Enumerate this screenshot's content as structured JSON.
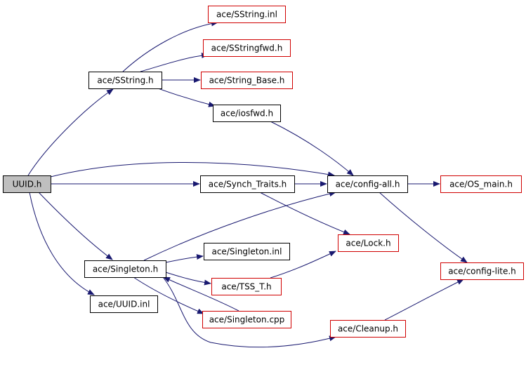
{
  "graph": {
    "colors": {
      "edge": "#191970",
      "border_default": "#000000",
      "border_missing": "#d00000",
      "root_fill": "#bfbfbf",
      "fill": "#ffffff"
    },
    "nodes": [
      {
        "id": "uuid_h",
        "label": "UUID.h",
        "style": "root"
      },
      {
        "id": "sstring_h",
        "label": "ace/SString.h",
        "style": "normal"
      },
      {
        "id": "sstring_inl",
        "label": "ace/SString.inl",
        "style": "missing"
      },
      {
        "id": "sstringfwd_h",
        "label": "ace/SStringfwd.h",
        "style": "missing"
      },
      {
        "id": "string_base_h",
        "label": "ace/String_Base.h",
        "style": "missing"
      },
      {
        "id": "iosfwd_h",
        "label": "ace/iosfwd.h",
        "style": "normal"
      },
      {
        "id": "synch_traits_h",
        "label": "ace/Synch_Traits.h",
        "style": "normal"
      },
      {
        "id": "config_all_h",
        "label": "ace/config-all.h",
        "style": "normal"
      },
      {
        "id": "os_main_h",
        "label": "ace/OS_main.h",
        "style": "missing"
      },
      {
        "id": "lock_h",
        "label": "ace/Lock.h",
        "style": "missing"
      },
      {
        "id": "singleton_inl",
        "label": "ace/Singleton.inl",
        "style": "normal"
      },
      {
        "id": "singleton_h",
        "label": "ace/Singleton.h",
        "style": "normal"
      },
      {
        "id": "tss_t_h",
        "label": "ace/TSS_T.h",
        "style": "missing"
      },
      {
        "id": "config_lite_h",
        "label": "ace/config-lite.h",
        "style": "missing"
      },
      {
        "id": "uuid_inl",
        "label": "ace/UUID.inl",
        "style": "normal"
      },
      {
        "id": "singleton_cpp",
        "label": "ace/Singleton.cpp",
        "style": "missing"
      },
      {
        "id": "cleanup_h",
        "label": "ace/Cleanup.h",
        "style": "missing"
      }
    ],
    "edges": [
      {
        "from": "uuid_h",
        "to": "sstring_h"
      },
      {
        "from": "uuid_h",
        "to": "config_all_h"
      },
      {
        "from": "uuid_h",
        "to": "synch_traits_h"
      },
      {
        "from": "uuid_h",
        "to": "singleton_h"
      },
      {
        "from": "uuid_h",
        "to": "uuid_inl"
      },
      {
        "from": "sstring_h",
        "to": "sstring_inl"
      },
      {
        "from": "sstring_h",
        "to": "sstringfwd_h"
      },
      {
        "from": "sstring_h",
        "to": "string_base_h"
      },
      {
        "from": "sstring_h",
        "to": "iosfwd_h"
      },
      {
        "from": "iosfwd_h",
        "to": "config_all_h"
      },
      {
        "from": "synch_traits_h",
        "to": "config_all_h"
      },
      {
        "from": "synch_traits_h",
        "to": "lock_h"
      },
      {
        "from": "config_all_h",
        "to": "os_main_h"
      },
      {
        "from": "config_all_h",
        "to": "config_lite_h"
      },
      {
        "from": "singleton_h",
        "to": "config_all_h"
      },
      {
        "from": "singleton_h",
        "to": "singleton_inl"
      },
      {
        "from": "singleton_h",
        "to": "tss_t_h"
      },
      {
        "from": "singleton_h",
        "to": "singleton_cpp"
      },
      {
        "from": "singleton_h",
        "to": "cleanup_h"
      },
      {
        "from": "tss_t_h",
        "to": "lock_h"
      },
      {
        "from": "singleton_cpp",
        "to": "singleton_h"
      },
      {
        "from": "cleanup_h",
        "to": "config_lite_h"
      }
    ]
  }
}
